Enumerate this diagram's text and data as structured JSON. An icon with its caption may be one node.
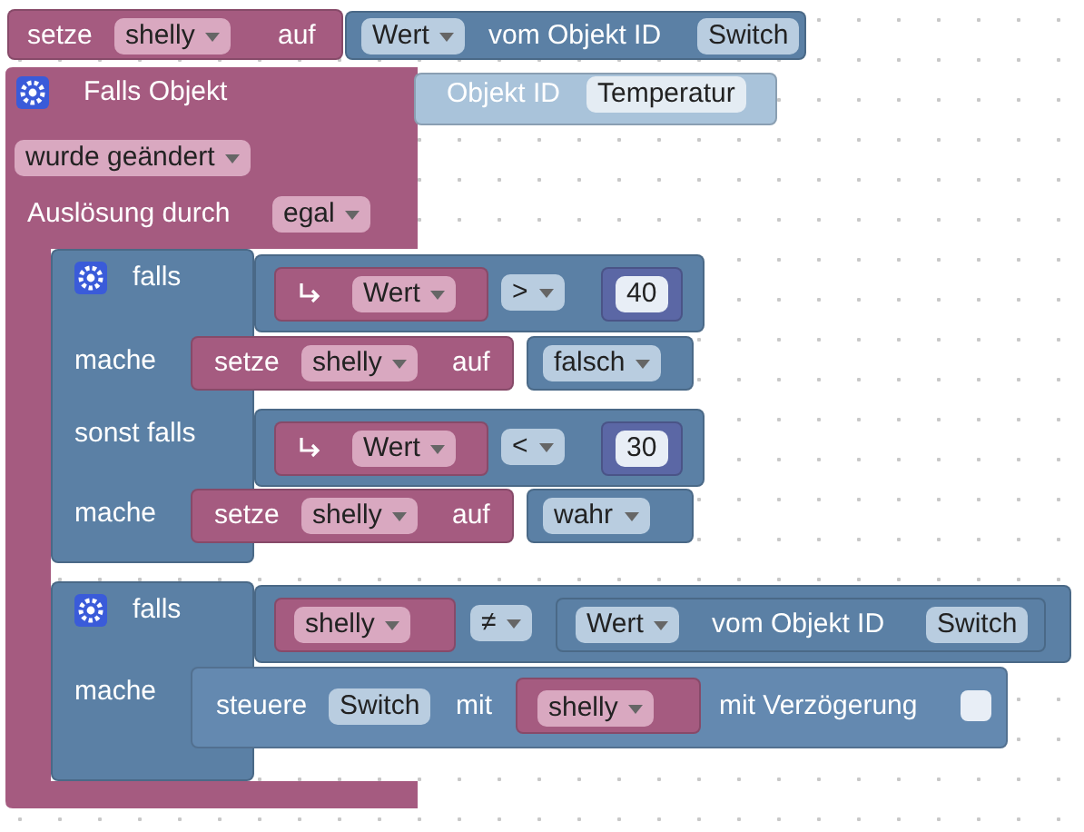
{
  "diagram": {
    "nodes": [
      {
        "text": [
          "setze",
          "shelly",
          "auf"
        ]
      },
      {
        "text": [
          "Wert",
          "vom Objekt ID",
          "Switch"
        ]
      },
      {
        "text": [
          "Falls Objekt",
          "wurde geändert",
          "Auslösung durch",
          "egal"
        ]
      },
      {
        "text": [
          "Objekt ID",
          "Temperatur"
        ]
      },
      {
        "text": [
          "falls",
          "mache",
          "sonst falls",
          "mache"
        ],
        "in": 2
      },
      {
        "text": [
          ">"
        ]
      },
      {
        "text": [
          "Wert"
        ],
        "in": 5
      },
      {
        "text": [
          "40"
        ],
        "in": 5
      },
      {
        "text": [
          "setze",
          "shelly",
          "auf"
        ]
      },
      {
        "text": [
          "falsch"
        ]
      },
      {
        "text": [
          "<"
        ]
      },
      {
        "text": [
          "Wert"
        ],
        "in": 10
      },
      {
        "text": [
          "30"
        ],
        "in": 10
      },
      {
        "text": [
          "setze",
          "shelly",
          "auf"
        ]
      },
      {
        "text": [
          "wahr"
        ]
      },
      {
        "text": [
          "falls",
          "mache"
        ],
        "in": 2
      },
      {
        "text": [
          "≠"
        ]
      },
      {
        "text": [
          "shelly"
        ],
        "in": 16
      },
      {
        "text": [
          "Wert",
          "vom Objekt ID",
          "Switch"
        ],
        "in": 16
      },
      {
        "text": [
          "steuere",
          "Switch",
          "mit",
          "mit Verzögerung"
        ]
      },
      {
        "text": [
          "shelly"
        ],
        "in": 19
      }
    ],
    "edges": []
  }
}
